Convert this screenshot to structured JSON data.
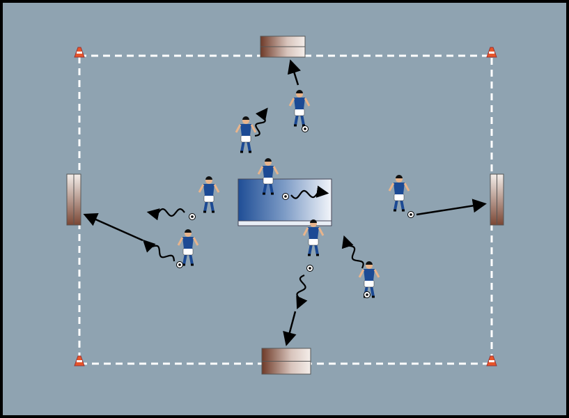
{
  "diagram": {
    "pitch_color": "#8fa3b1",
    "border_color": "#000000",
    "line_color": "#ffffff",
    "shirt_color": "#1c4a94",
    "shorts_color": "#ffffff",
    "cone_color": "#e8552a",
    "player_count": 8,
    "goal_count": 4,
    "cone_count": 4
  }
}
